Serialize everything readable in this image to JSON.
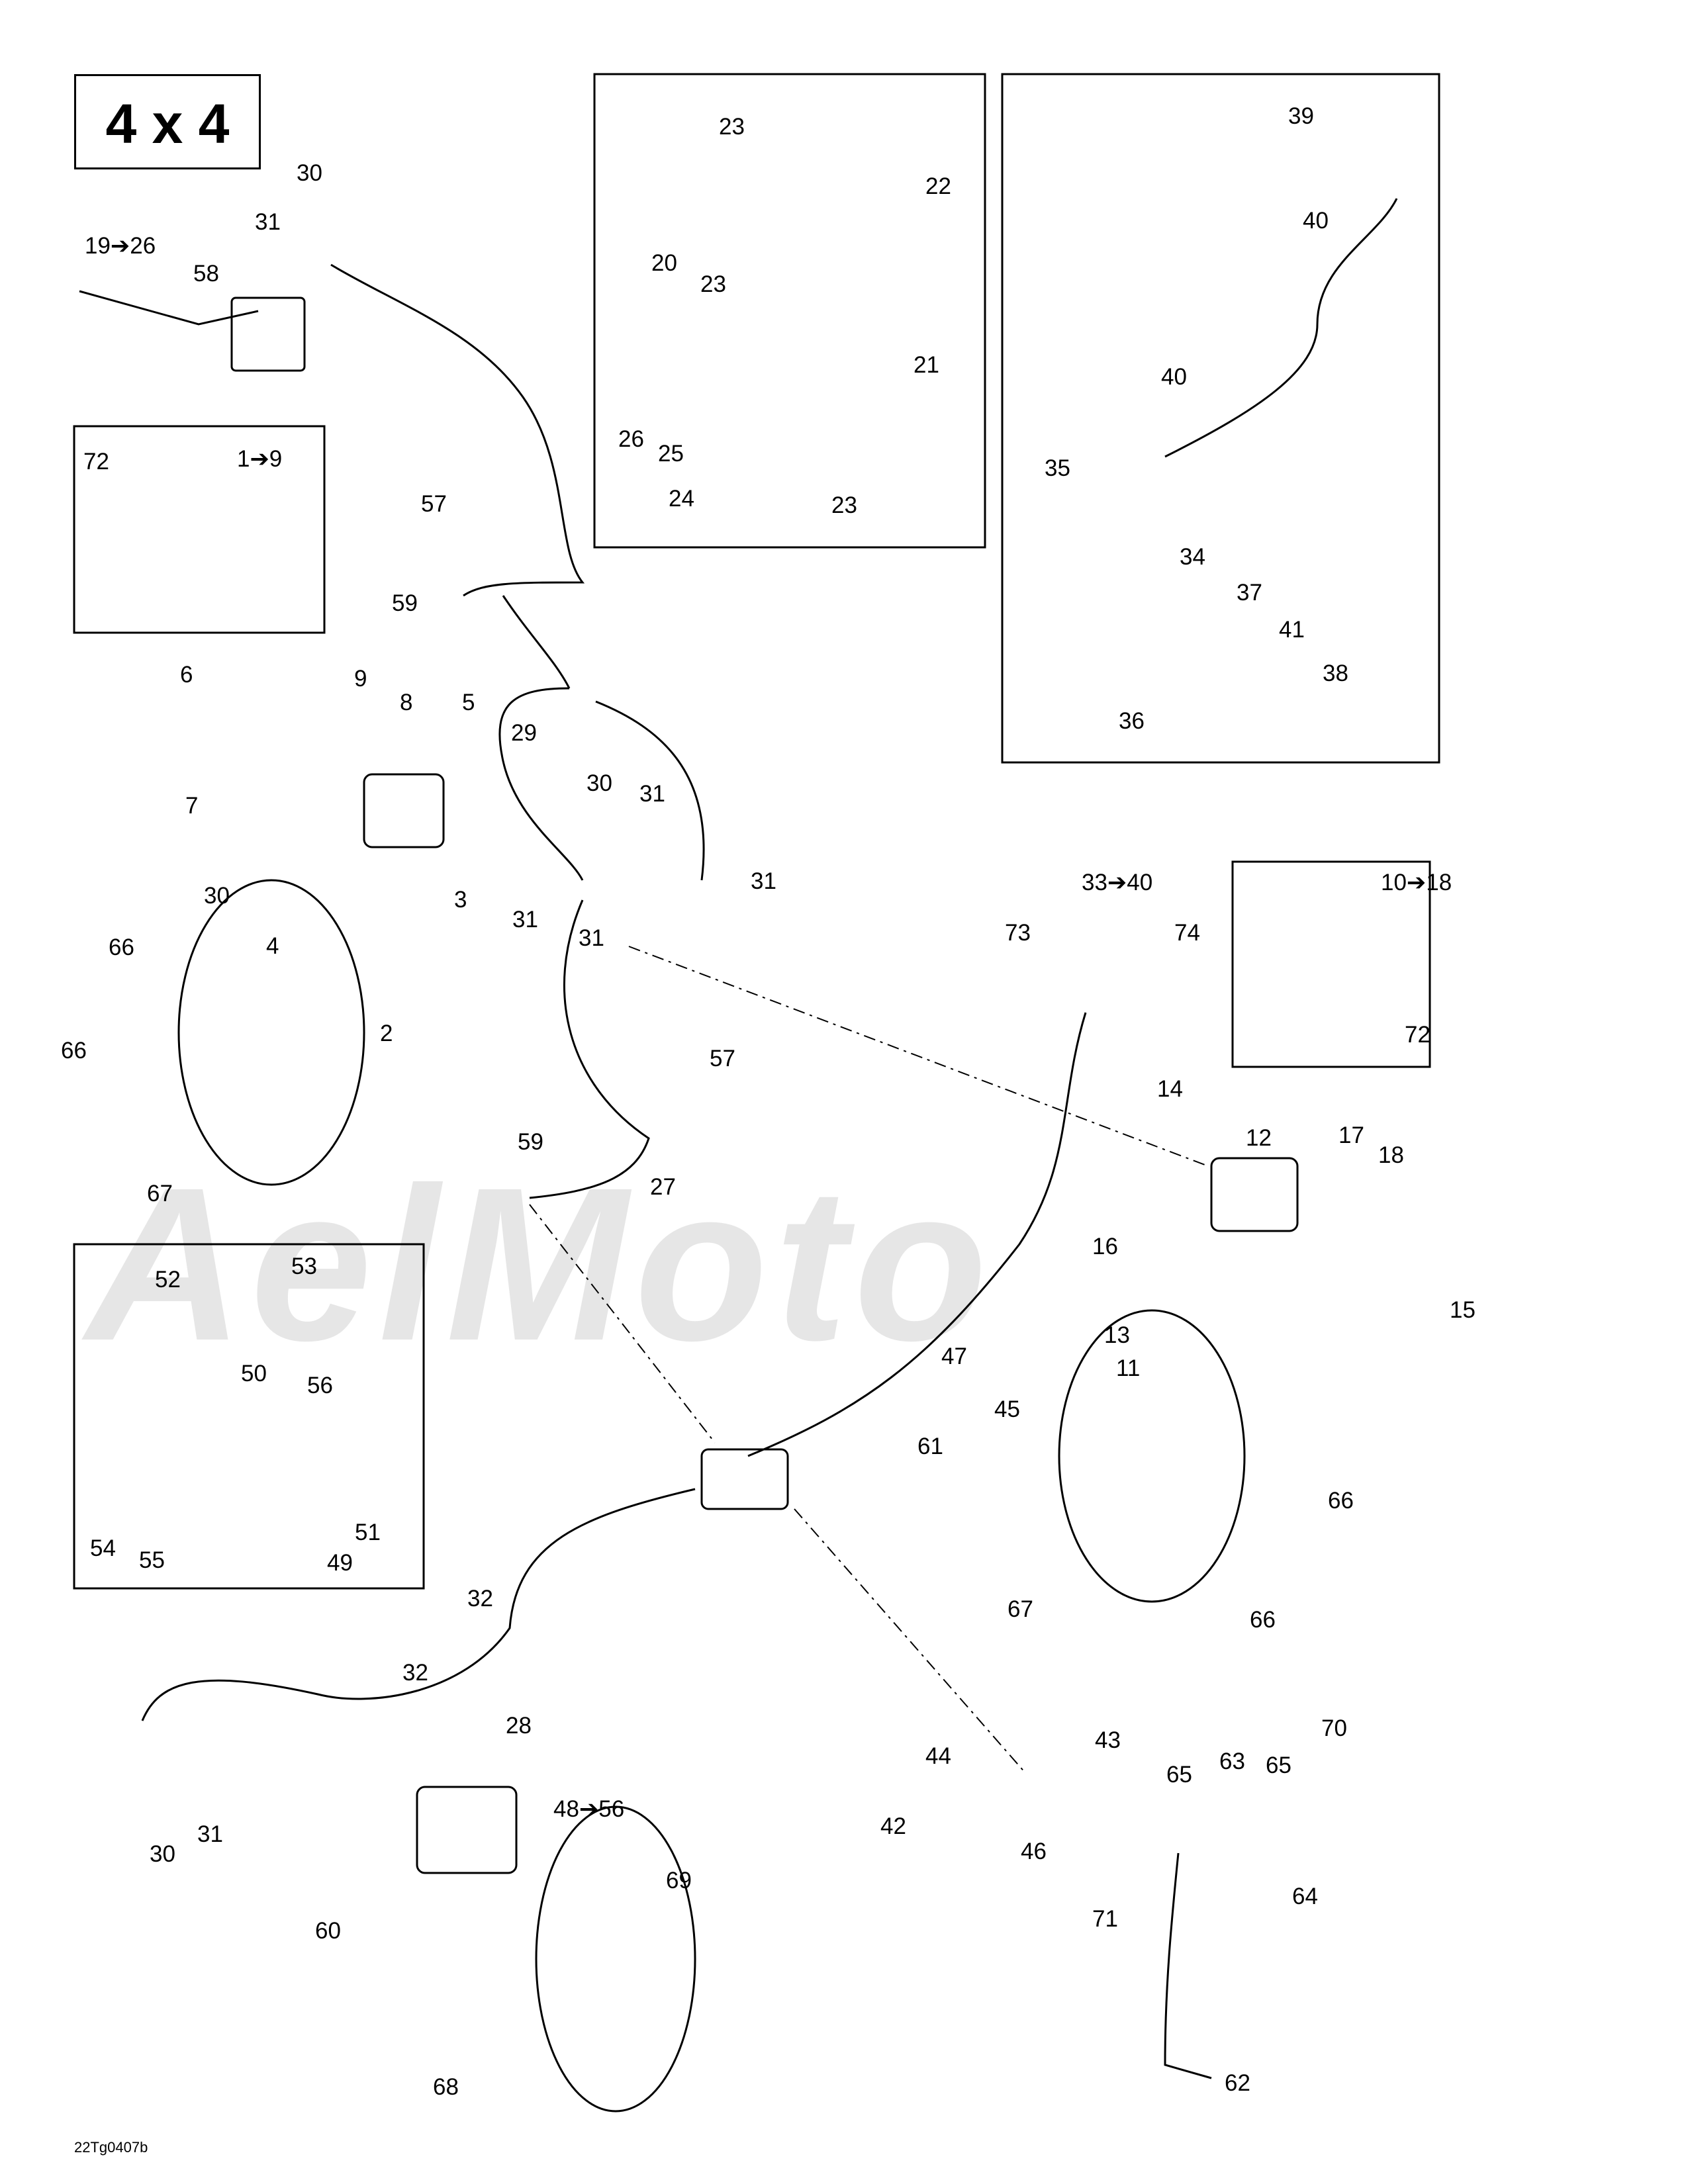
{
  "title": "4 x 4",
  "drawing_code": "22Tg0407b",
  "watermark": "AelMoto",
  "callouts": [
    {
      "id": "c30a",
      "text": "30"
    },
    {
      "id": "c31a",
      "text": "31"
    },
    {
      "id": "c19",
      "text": "19➔26"
    },
    {
      "id": "c58",
      "text": "58"
    },
    {
      "id": "c72a",
      "text": "72"
    },
    {
      "id": "c1",
      "text": "1➔9"
    },
    {
      "id": "c57a",
      "text": "57"
    },
    {
      "id": "c59a",
      "text": "59"
    },
    {
      "id": "c6",
      "text": "6"
    },
    {
      "id": "c9",
      "text": "9"
    },
    {
      "id": "c8",
      "text": "8"
    },
    {
      "id": "c5",
      "text": "5"
    },
    {
      "id": "c7",
      "text": "7"
    },
    {
      "id": "c30b",
      "text": "30"
    },
    {
      "id": "c3",
      "text": "3"
    },
    {
      "id": "c4",
      "text": "4"
    },
    {
      "id": "c2",
      "text": "2"
    },
    {
      "id": "c66a",
      "text": "66"
    },
    {
      "id": "c66b",
      "text": "66"
    },
    {
      "id": "c67a",
      "text": "67"
    },
    {
      "id": "c29",
      "text": "29"
    },
    {
      "id": "c30c",
      "text": "30"
    },
    {
      "id": "c31b",
      "text": "31"
    },
    {
      "id": "c31c",
      "text": "31"
    },
    {
      "id": "c31d",
      "text": "31"
    },
    {
      "id": "c31e",
      "text": "31"
    },
    {
      "id": "c57b",
      "text": "57"
    },
    {
      "id": "c59b",
      "text": "59"
    },
    {
      "id": "c27",
      "text": "27"
    },
    {
      "id": "c23a",
      "text": "23"
    },
    {
      "id": "c22",
      "text": "22"
    },
    {
      "id": "c20",
      "text": "20"
    },
    {
      "id": "c23b",
      "text": "23"
    },
    {
      "id": "c21",
      "text": "21"
    },
    {
      "id": "c26",
      "text": "26"
    },
    {
      "id": "c25",
      "text": "25"
    },
    {
      "id": "c24",
      "text": "24"
    },
    {
      "id": "c23c",
      "text": "23"
    },
    {
      "id": "c39",
      "text": "39"
    },
    {
      "id": "c40a",
      "text": "40"
    },
    {
      "id": "c40b",
      "text": "40"
    },
    {
      "id": "c35",
      "text": "35"
    },
    {
      "id": "c34",
      "text": "34"
    },
    {
      "id": "c37",
      "text": "37"
    },
    {
      "id": "c41",
      "text": "41"
    },
    {
      "id": "c38",
      "text": "38"
    },
    {
      "id": "c36",
      "text": "36"
    },
    {
      "id": "c33",
      "text": "33➔40"
    },
    {
      "id": "c73",
      "text": "73"
    },
    {
      "id": "c74",
      "text": "74"
    },
    {
      "id": "c10",
      "text": "10➔18"
    },
    {
      "id": "c72b",
      "text": "72"
    },
    {
      "id": "c14",
      "text": "14"
    },
    {
      "id": "c12",
      "text": "12"
    },
    {
      "id": "c17",
      "text": "17"
    },
    {
      "id": "c18",
      "text": "18"
    },
    {
      "id": "c16",
      "text": "16"
    },
    {
      "id": "c15",
      "text": "15"
    },
    {
      "id": "c13",
      "text": "13"
    },
    {
      "id": "c11",
      "text": "11"
    },
    {
      "id": "c52",
      "text": "52"
    },
    {
      "id": "c53",
      "text": "53"
    },
    {
      "id": "c50",
      "text": "50"
    },
    {
      "id": "c56a",
      "text": "56"
    },
    {
      "id": "c54",
      "text": "54"
    },
    {
      "id": "c55",
      "text": "55"
    },
    {
      "id": "c51",
      "text": "51"
    },
    {
      "id": "c49",
      "text": "49"
    },
    {
      "id": "c47",
      "text": "47"
    },
    {
      "id": "c45",
      "text": "45"
    },
    {
      "id": "c61",
      "text": "61"
    },
    {
      "id": "c66c",
      "text": "66"
    },
    {
      "id": "c66d",
      "text": "66"
    },
    {
      "id": "c67b",
      "text": "67"
    },
    {
      "id": "c32a",
      "text": "32"
    },
    {
      "id": "c32b",
      "text": "32"
    },
    {
      "id": "c28",
      "text": "28"
    },
    {
      "id": "c30d",
      "text": "30"
    },
    {
      "id": "c31f",
      "text": "31"
    },
    {
      "id": "c48",
      "text": "48➔56"
    },
    {
      "id": "c69",
      "text": "69"
    },
    {
      "id": "c60",
      "text": "60"
    },
    {
      "id": "c68",
      "text": "68"
    },
    {
      "id": "c44",
      "text": "44"
    },
    {
      "id": "c43",
      "text": "43"
    },
    {
      "id": "c42",
      "text": "42"
    },
    {
      "id": "c46",
      "text": "46"
    },
    {
      "id": "c71",
      "text": "71"
    },
    {
      "id": "c65a",
      "text": "65"
    },
    {
      "id": "c63",
      "text": "63"
    },
    {
      "id": "c65b",
      "text": "65"
    },
    {
      "id": "c70",
      "text": "70"
    },
    {
      "id": "c64",
      "text": "64"
    },
    {
      "id": "c62",
      "text": "62"
    }
  ]
}
